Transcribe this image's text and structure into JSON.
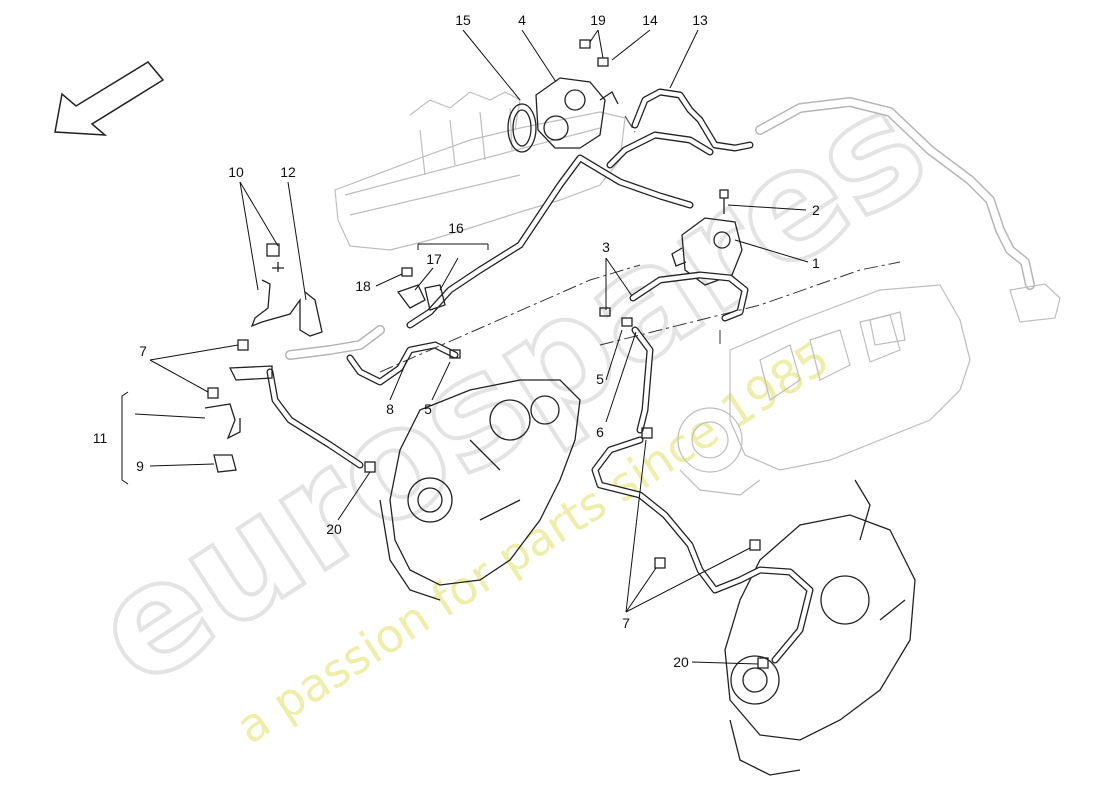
{
  "watermark": {
    "brand": "eurospares",
    "tagline": "a passion for parts since 1985"
  },
  "callouts": {
    "c15": "15",
    "c4": "4",
    "c19": "19",
    "c14": "14",
    "c13": "13",
    "c2": "2",
    "c1": "1",
    "c3": "3",
    "c10": "10",
    "c12": "12",
    "c16": "16",
    "c17": "17",
    "c18": "18",
    "c7a": "7",
    "c11": "11",
    "c9": "9",
    "c8": "8",
    "c5a": "5",
    "c5b": "5",
    "c6": "6",
    "c20a": "20",
    "c7b": "7",
    "c20b": "20"
  },
  "colors": {
    "line": "#222222",
    "ghost": "#bdbdbd",
    "watermark_brand": "#e3e3e3",
    "watermark_tagline": "#ecec9a"
  },
  "icons": {
    "direction": "arrow-icon"
  }
}
